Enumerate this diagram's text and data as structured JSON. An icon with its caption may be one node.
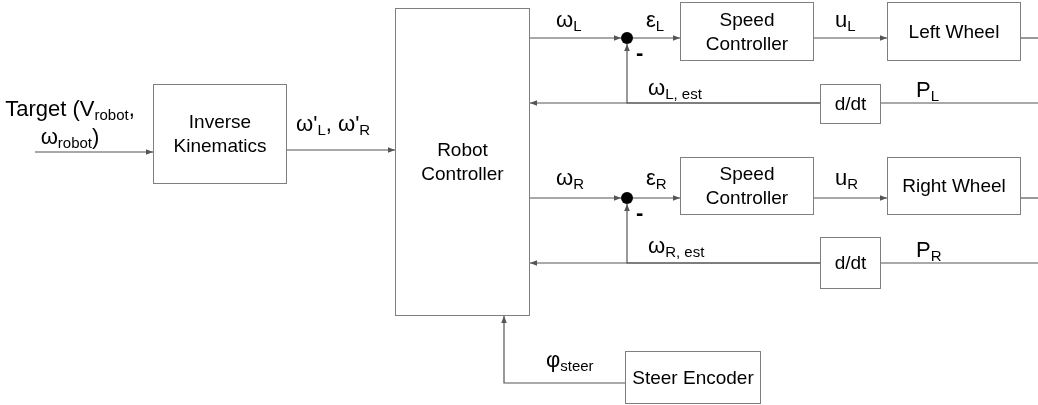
{
  "diagram": {
    "nodes": [
      {
        "text": [
          "Inverse Kinematics"
        ]
      },
      {
        "text": [
          "Robot Controller"
        ]
      },
      {
        "text": [],
        "shape": "circle",
        "beside": [
          "-"
        ]
      },
      {
        "text": [
          "Speed Controller"
        ]
      },
      {
        "text": [
          "Left Wheel"
        ]
      },
      {
        "text": [
          "d/dt"
        ]
      },
      {
        "text": [],
        "shape": "circle",
        "beside": [
          "-"
        ]
      },
      {
        "text": [
          "Speed Controller"
        ]
      },
      {
        "text": [
          "Right Wheel"
        ]
      },
      {
        "text": [
          "d/dt"
        ]
      },
      {
        "text": [
          "Steer Encoder"
        ]
      }
    ],
    "edges": [
      {
        "from": null,
        "to": 0,
        "arrow": "to",
        "label": "Target (V$_{robot}$, ω$_{robot}$)"
      },
      {
        "from": 0,
        "to": 1,
        "arrow": "to",
        "label": "ω'$_{L}$, ω'$_{R}$"
      },
      {
        "from": 1,
        "to": 2,
        "arrow": "to",
        "label": "ω$_{L}$"
      },
      {
        "from": 2,
        "to": 3,
        "arrow": "to",
        "label": "ε$_{L}$"
      },
      {
        "from": 3,
        "to": 4,
        "arrow": "to",
        "label": "u$_{L}$"
      },
      {
        "from": 4,
        "to": null,
        "arrow": "none"
      },
      {
        "from": null,
        "to": 5,
        "arrow": "none",
        "label": "P$_{L}$"
      },
      {
        "from": 5,
        "to": 1,
        "arrow": "to",
        "label": "ω$_{L, est}$"
      },
      {
        "from": 5,
        "to": 2,
        "arrow": "to"
      },
      {
        "from": 1,
        "to": 6,
        "arrow": "to",
        "label": "ω$_{R}$"
      },
      {
        "from": 6,
        "to": 7,
        "arrow": "to",
        "label": "ε$_{R}$"
      },
      {
        "from": 7,
        "to": 8,
        "arrow": "to",
        "label": "u$_{R}$"
      },
      {
        "from": 8,
        "to": null,
        "arrow": "none"
      },
      {
        "from": null,
        "to": 9,
        "arrow": "none",
        "label": "P$_{R}$"
      },
      {
        "from": 9,
        "to": 1,
        "arrow": "to",
        "label": "ω$_{R, est}$"
      },
      {
        "from": 9,
        "to": 6,
        "arrow": "to"
      },
      {
        "from": 10,
        "to": 1,
        "arrow": "to",
        "label": "φ$_{steer}$"
      }
    ]
  }
}
